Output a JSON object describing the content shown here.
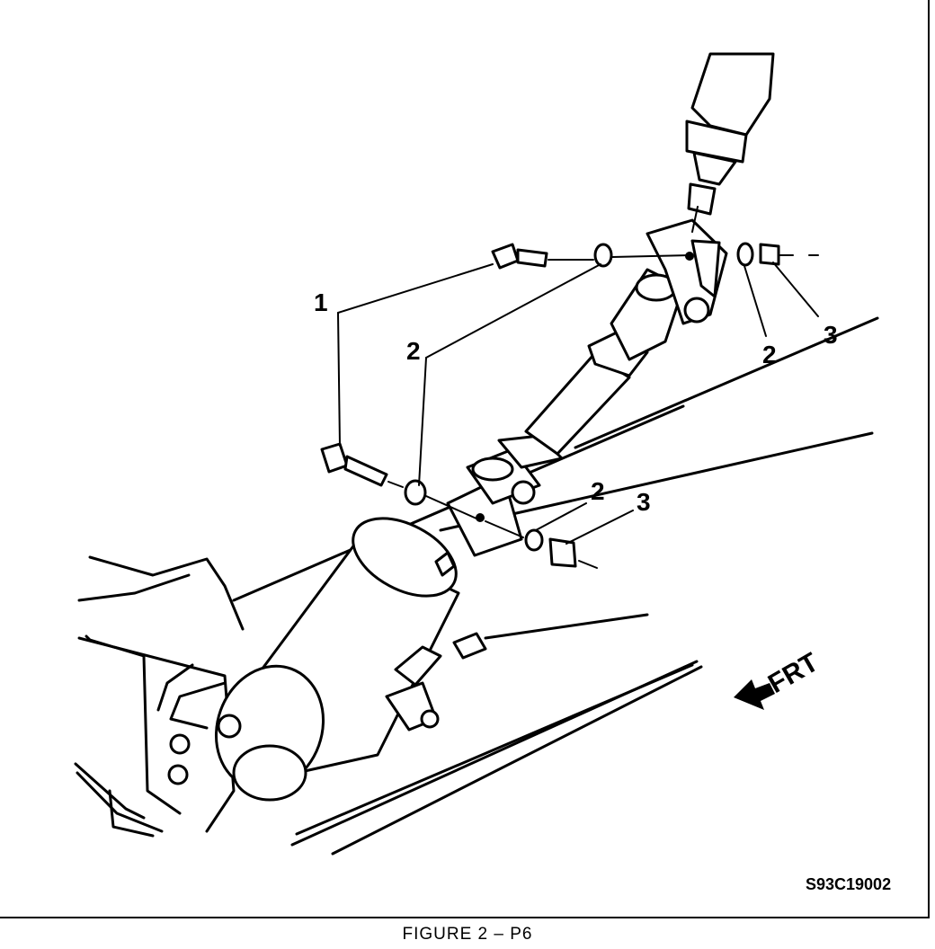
{
  "figure": {
    "caption": "FIGURE 2 – P6",
    "code": "S93C19002",
    "direction_label": "FRT"
  },
  "callouts": {
    "c1": "1",
    "c2_upper_left": "2",
    "c2_upper_right": "2",
    "c3_upper_right": "3",
    "c2_lower": "2",
    "c3_lower": "3"
  },
  "colors": {
    "ink": "#000000",
    "paper": "#ffffff"
  }
}
